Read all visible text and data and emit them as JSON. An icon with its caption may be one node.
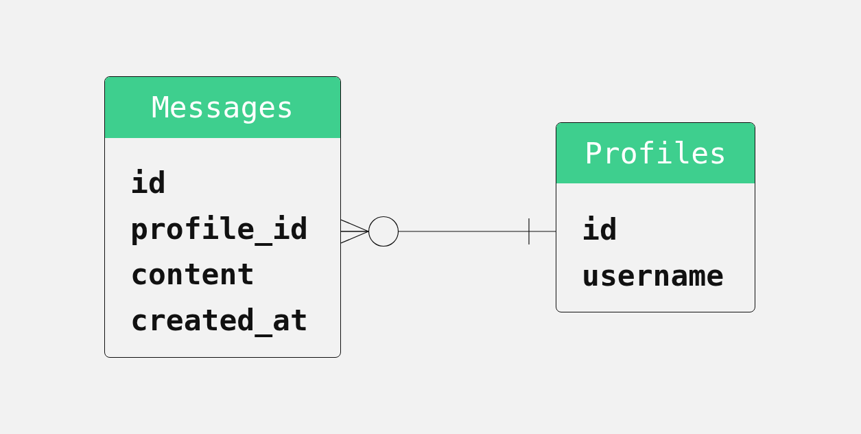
{
  "diagram": {
    "nodes": [
      {
        "text": [
          "Messages",
          "id",
          "profile_id",
          "content",
          "created_at"
        ]
      },
      {
        "text": [
          "Profiles",
          "id",
          "username"
        ]
      }
    ],
    "edges": [
      {
        "from": 0,
        "to": 1,
        "arrow": "other"
      }
    ]
  }
}
